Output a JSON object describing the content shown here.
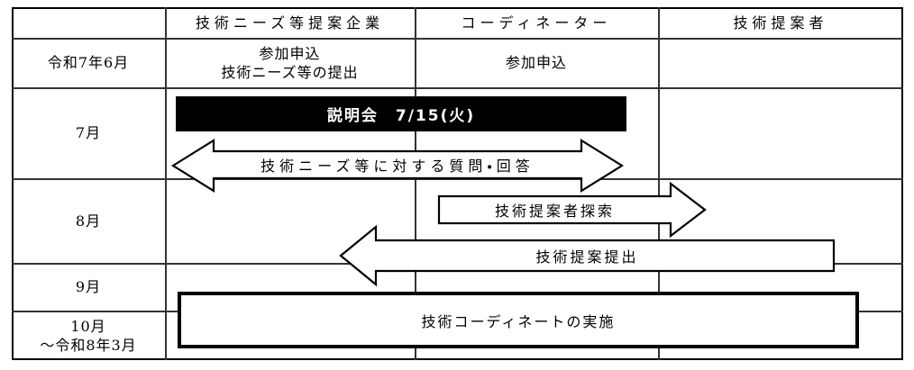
{
  "table": {
    "header": {
      "needs_company": "技術ニーズ等提案企業",
      "coordinator": "コーディネーター",
      "proposer": "技術提案者"
    },
    "rows": {
      "june": {
        "label": "令和7年6月",
        "company_line1": "参加申込",
        "company_line2": "技術ニーズ等の提出",
        "coordinator": "参加申込"
      },
      "july": {
        "label": "7月"
      },
      "august": {
        "label": "8月"
      },
      "september": {
        "label": "9月"
      },
      "october": {
        "label_line1": "10月",
        "label_line2": "～令和8年3月"
      }
    }
  },
  "shapes": {
    "briefing_bar_label": "説明会　7/15(火)",
    "qa_arrow_label": "技術ニーズ等に対する質問・回答",
    "search_arrow_label": "技術提案者探索",
    "proposal_arrow_label": "技術提案提出",
    "coordination_box_label": "技術コーディネートの実施"
  },
  "colors": {
    "background": "#ffffff",
    "grid_line": "#333333",
    "outer_border": "#000000",
    "bar_background": "#000000",
    "bar_text": "#ffffff",
    "shape_fill": "#ffffff",
    "shape_stroke": "#000000"
  }
}
